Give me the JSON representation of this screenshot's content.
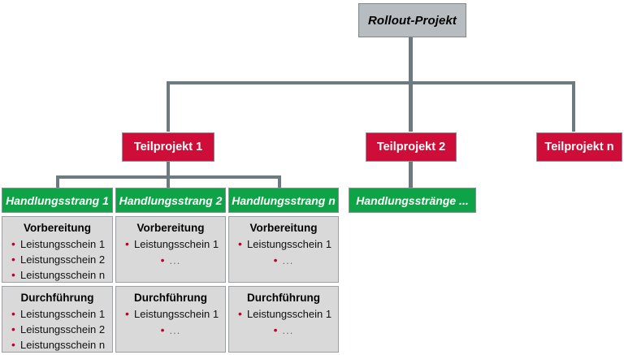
{
  "diagram": {
    "root": {
      "label": "Rollout-Projekt"
    },
    "subprojects": [
      {
        "label": "Teilprojekt 1"
      },
      {
        "label": "Teilprojekt 2"
      },
      {
        "label": "Teilprojekt n"
      }
    ],
    "strands": [
      {
        "label": "Handlungsstrang 1"
      },
      {
        "label": "Handlungsstrang 2"
      },
      {
        "label": "Handlungsstrang n"
      },
      {
        "label": "Handlungsstränge ..."
      }
    ],
    "columns": [
      {
        "phases": [
          {
            "title": "Vorbereitung",
            "items": [
              "Leistungsschein 1",
              "Leistungsschein 2",
              "Leistungsschein n"
            ],
            "ellipsis": false
          },
          {
            "title": "Durchführung",
            "items": [
              "Leistungsschein 1",
              "Leistungsschein 2",
              "Leistungsschein n"
            ],
            "ellipsis": false
          }
        ]
      },
      {
        "phases": [
          {
            "title": "Vorbereitung",
            "items": [
              "Leistungsschein 1"
            ],
            "ellipsis": true,
            "ellipsis_label": "..."
          },
          {
            "title": "Durchführung",
            "items": [
              "Leistungsschein 1"
            ],
            "ellipsis": true,
            "ellipsis_label": "..."
          }
        ]
      },
      {
        "phases": [
          {
            "title": "Vorbereitung",
            "items": [
              "Leistungsschein 1"
            ],
            "ellipsis": true,
            "ellipsis_label": "..."
          },
          {
            "title": "Durchführung",
            "items": [
              "Leistungsschein 1"
            ],
            "ellipsis": true,
            "ellipsis_label": "..."
          }
        ]
      }
    ],
    "colors": {
      "root_fill": "#b6bcc0",
      "subproject_fill": "#ce0e38",
      "strand_fill": "#0fa348",
      "panel_fill": "#d9d9d9",
      "connector": "#6d7a80",
      "bullet": "#c00030"
    }
  }
}
